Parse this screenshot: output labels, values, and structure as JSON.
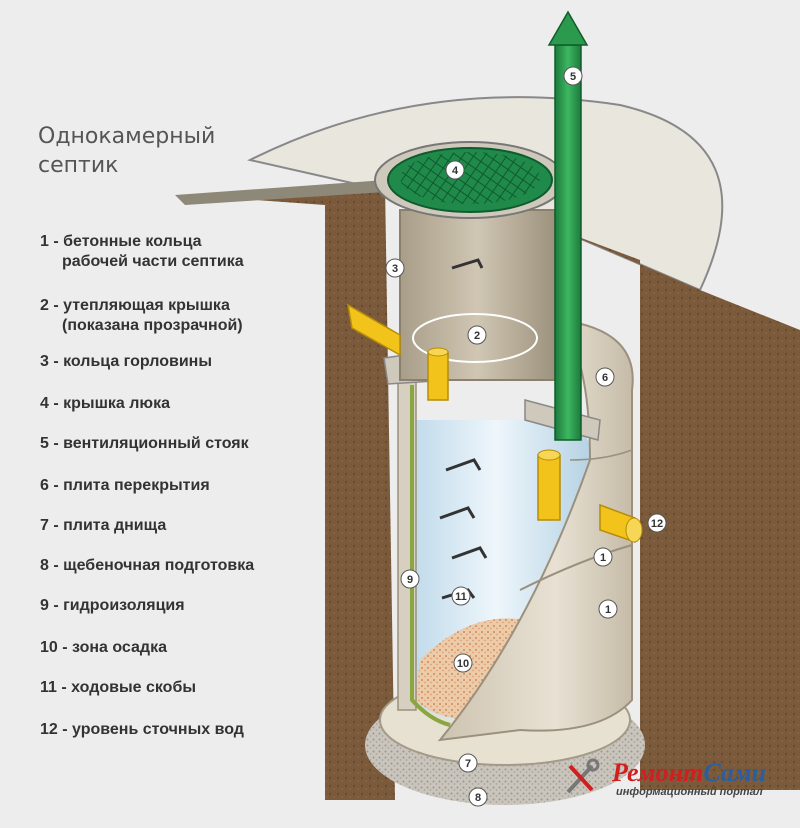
{
  "title": {
    "line1": "Однокамерный",
    "line2": "септик"
  },
  "legend": [
    {
      "line1": "1 - бетонные кольца",
      "line2": "рабочей части септика"
    },
    {
      "line1": "2 - утепляющая крышка",
      "line2": "(показана прозрачной)"
    },
    {
      "line1": "3 - кольца горловины"
    },
    {
      "line1": "4 - крышка люка"
    },
    {
      "line1": "5 - вентиляционный стояк"
    },
    {
      "line1": "6 - плита перекрытия"
    },
    {
      "line1": "7 - плита днища"
    },
    {
      "line1": "8 - щебеночная подготовка"
    },
    {
      "line1": "9 - гидроизоляция"
    },
    {
      "line1": "10 - зона осадка"
    },
    {
      "line1": "11 - ходовые скобы"
    },
    {
      "line1": "12 - уровень сточных вод"
    }
  ],
  "callouts": [
    "1",
    "1",
    "2",
    "3",
    "4",
    "5",
    "6",
    "7",
    "8",
    "9",
    "10",
    "11",
    "12"
  ],
  "brand": {
    "name_part1": "Ремонт",
    "name_part2": "Сами",
    "subtitle": "информационный портал",
    "logo_icon": "wrench-and-screwdriver-icon"
  },
  "colors": {
    "background": "#ededed",
    "soil": "#7a5a3c",
    "lid_green": "#1f8a4a",
    "vent_green": "#2b9a4e",
    "pipe_yellow": "#f2c31a",
    "water": "#cfe3ef",
    "sediment": "#e8c9a6",
    "concrete": "#ddd6c8",
    "brand_red": "#d01f1f",
    "brand_blue": "#2a5e9e"
  }
}
